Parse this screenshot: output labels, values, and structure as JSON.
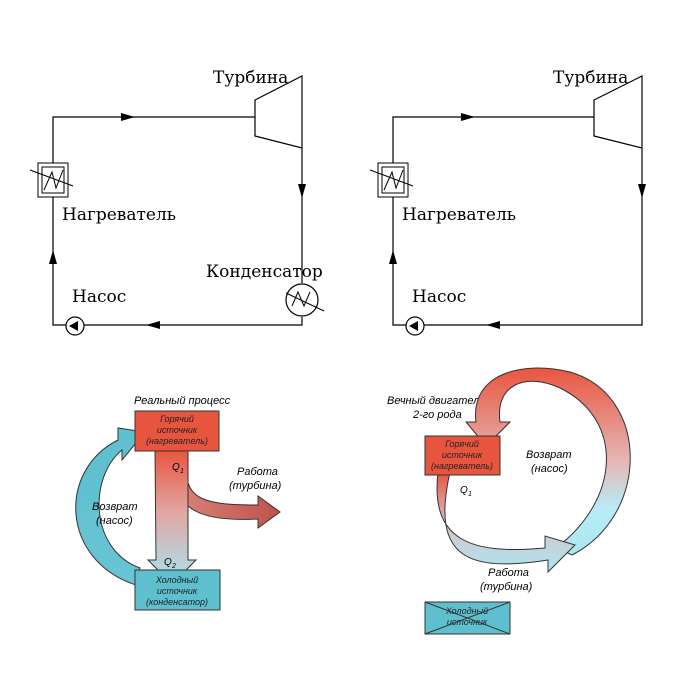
{
  "left_cycle": {
    "turbine": "Турбина",
    "heater": "Нагреватель",
    "condenser": "Конденсатор",
    "pump": "Насос"
  },
  "right_cycle": {
    "turbine": "Турбина",
    "heater": "Нагреватель",
    "pump": "Насос"
  },
  "real_process": {
    "title": "Реальный процесс",
    "hot_line1": "Горячий",
    "hot_line2": "источник",
    "hot_line3": "(нагреватель)",
    "q1": "Q",
    "q1_sub": "1",
    "work_line1": "Работа",
    "work_line2": "(турбина)",
    "return_line1": "Возврат",
    "return_line2": "(насос)",
    "q2": "Q",
    "q2_sub": "2",
    "cold_line1": "Холодный",
    "cold_line2": "источник",
    "cold_line3": "(конденсатор)"
  },
  "perpetual": {
    "title_line1": "Вечный двигатель",
    "title_line2": "2-го рода",
    "hot_line1": "Горячий",
    "hot_line2": "источник",
    "hot_line3": "(нагреватель)",
    "q1": "Q",
    "q1_sub": "1",
    "return_line1": "Возврат",
    "return_line2": "(насос)",
    "work_line1": "Работа",
    "work_line2": "(турбина)",
    "cold_line1": "Холодный",
    "cold_line2": "источник"
  },
  "colors": {
    "hot": "#e8553f",
    "cold": "#5ebfcf",
    "cold_light": "#a9e6f2",
    "outline": "#333333"
  }
}
